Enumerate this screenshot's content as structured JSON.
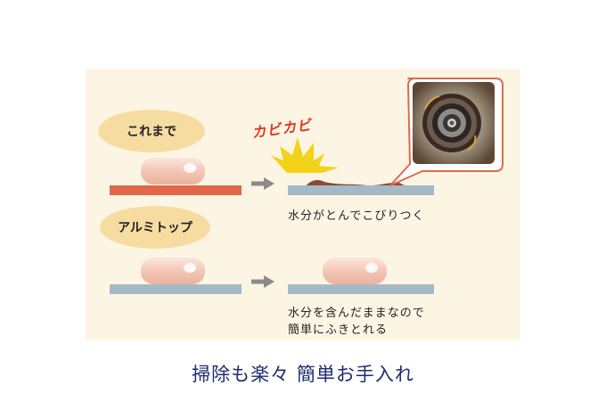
{
  "labels": {
    "before": "これまで",
    "after": "アルミトップ"
  },
  "kabi_text": "カビカビ",
  "descriptions": {
    "before": "水分がとんでこびりつく",
    "after_line1": "水分を含んだままなので",
    "after_line2": "簡単にふきとれる"
  },
  "footer": "掃除も楽々 簡単お手入れ",
  "icons": {
    "arrow": "right-arrow-icon",
    "burst": "spike-burst-icon",
    "photo": "burner-photo-icon"
  },
  "colors": {
    "panel": "#fdf5e4",
    "label_oval": "#f7dca2",
    "red_plate": "#e06749",
    "blue_plate": "#a4b9c6",
    "burst": "#f3d21a",
    "kabi": "#e53620",
    "bubble_border": "#e0694b",
    "footer_text": "#1f2c6e"
  }
}
